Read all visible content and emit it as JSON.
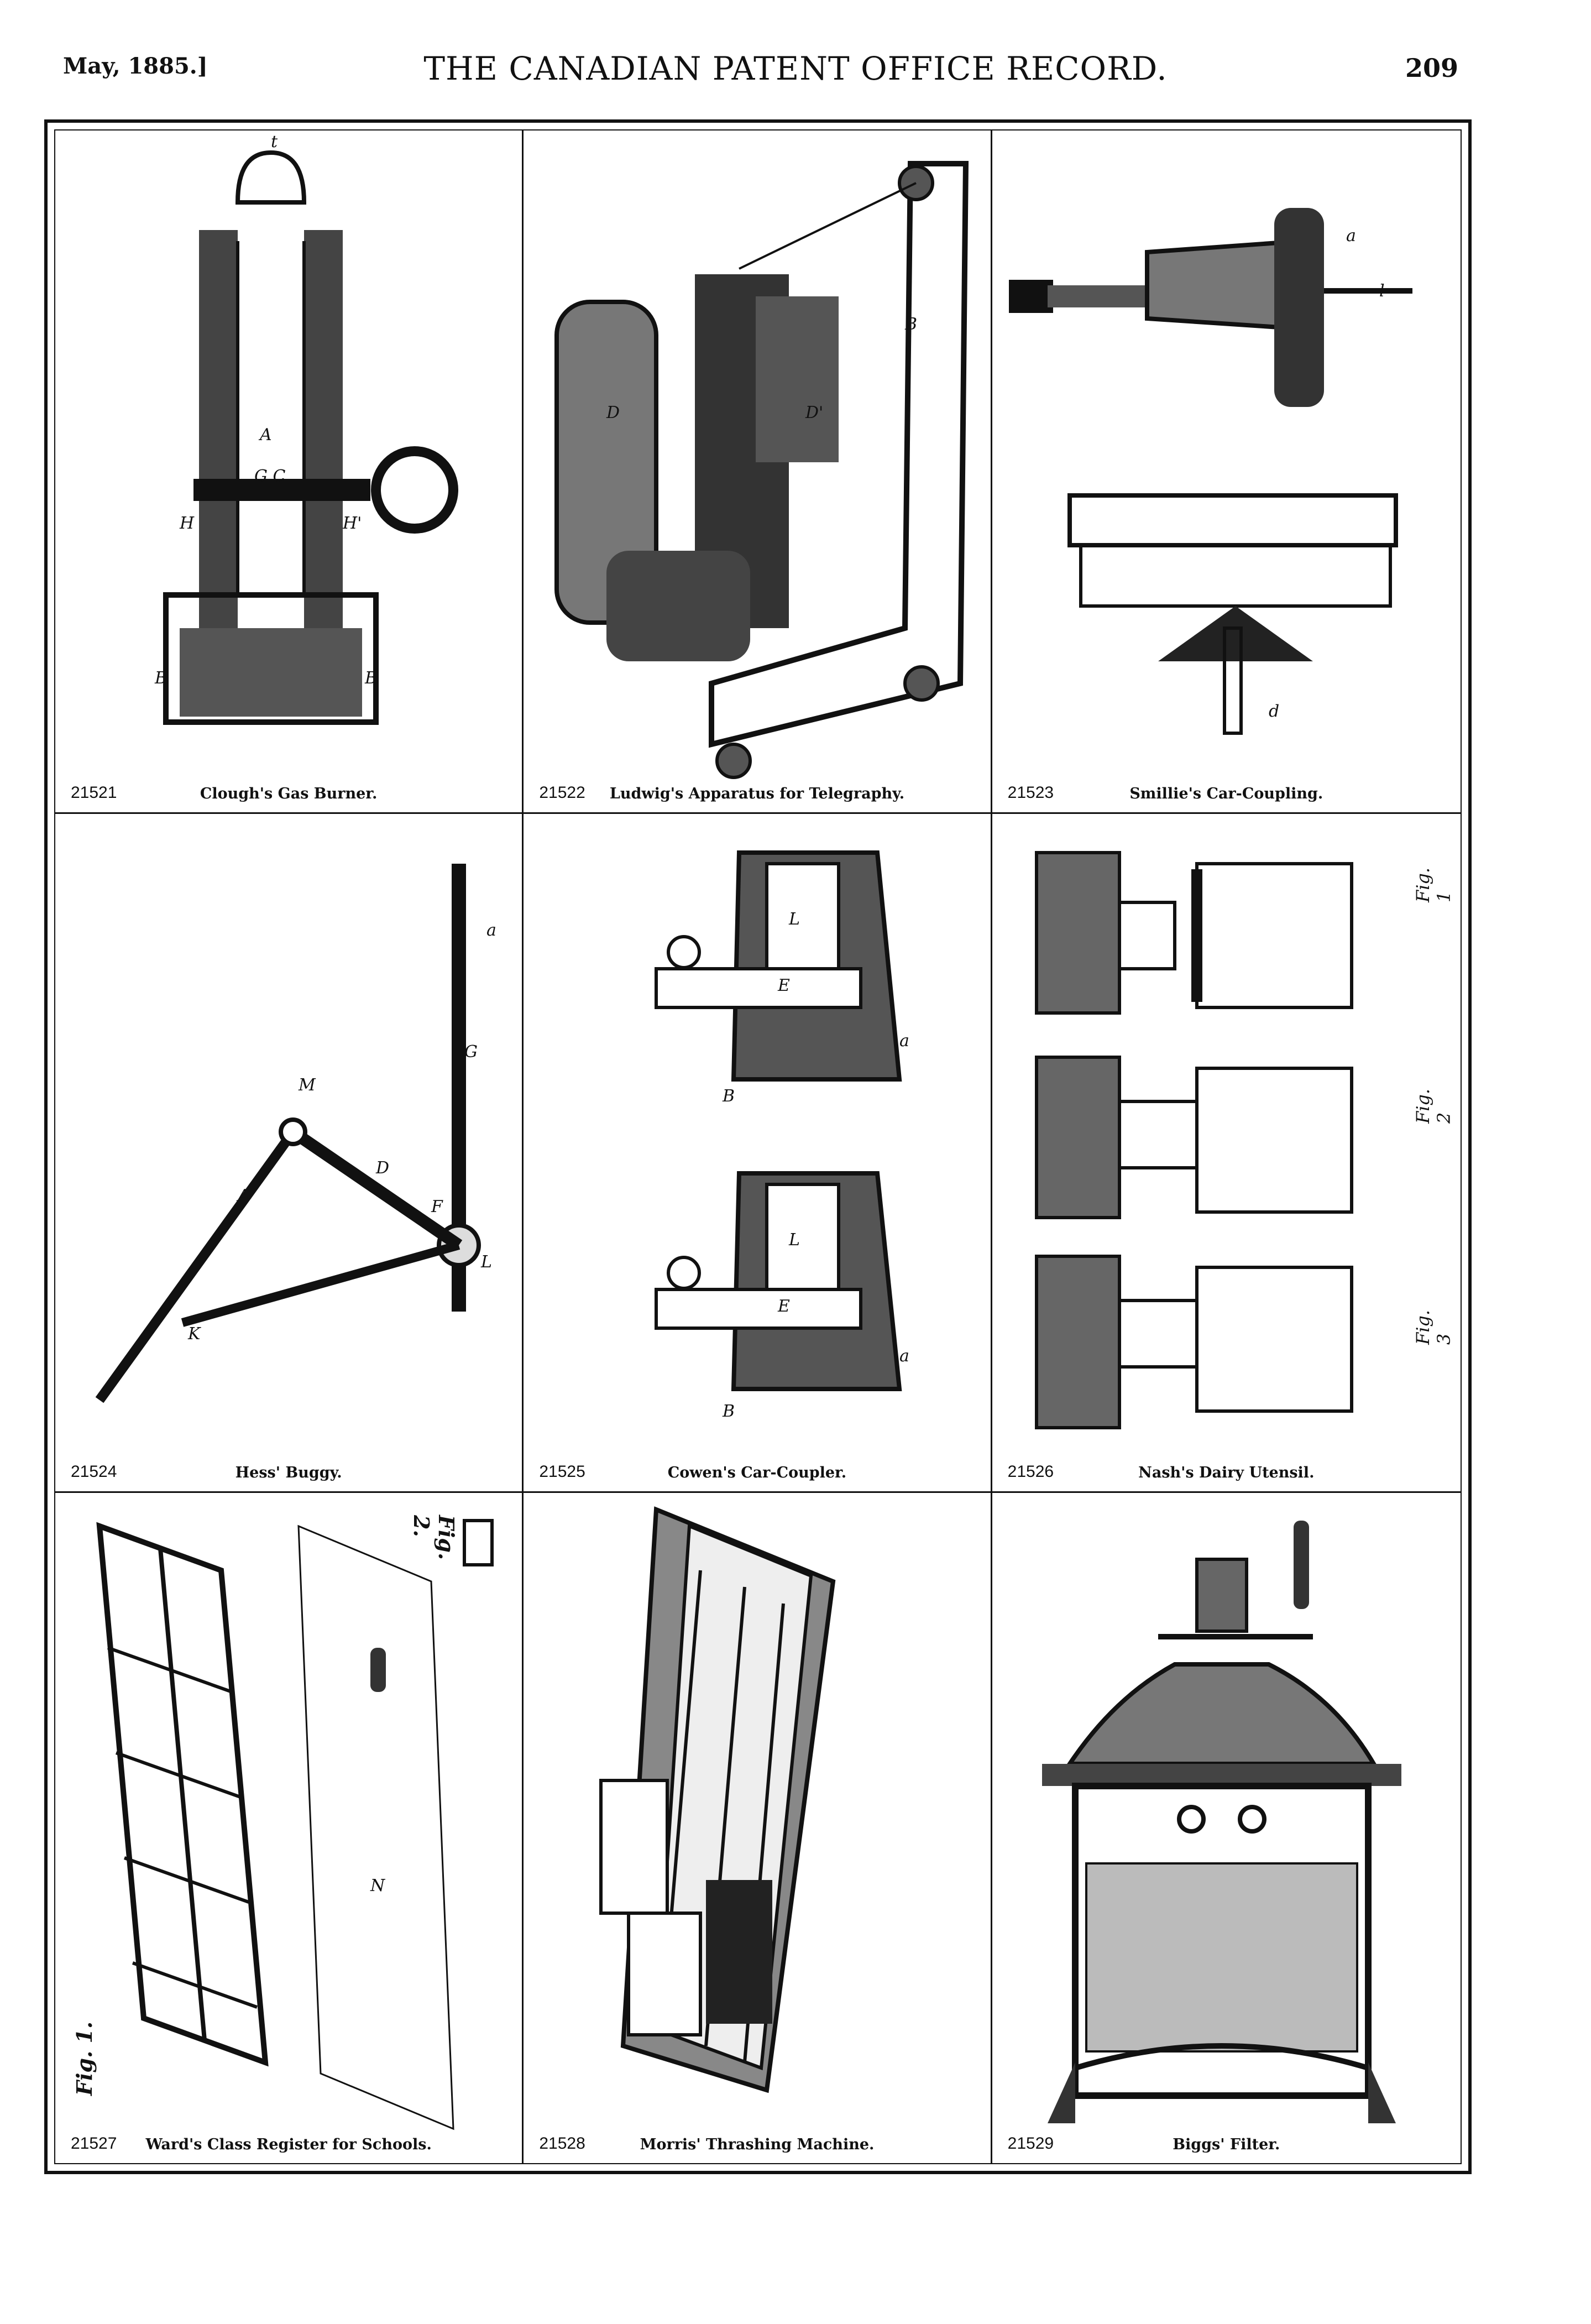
{
  "header": {
    "date": "May, 1885.]",
    "title": "THE CANADIAN PATENT OFFICE RECORD.",
    "page": "209"
  },
  "patents": [
    {
      "number": "21521",
      "name": "Clough's Gas Burner."
    },
    {
      "number": "21522",
      "name": "Ludwig's Apparatus for Telegraphy."
    },
    {
      "number": "21523",
      "name": "Smillie's Car-Coupling."
    },
    {
      "number": "21524",
      "name": "Hess' Buggy."
    },
    {
      "number": "21525",
      "name": "Cowen's Car-Coupler."
    },
    {
      "number": "21526",
      "name": "Nash's Dairy Utensil."
    },
    {
      "number": "21527",
      "name": "Ward's Class Register for Schools."
    },
    {
      "number": "21528",
      "name": "Morris' Thrashing Machine."
    },
    {
      "number": "21529",
      "name": "Biggs' Filter."
    }
  ],
  "figure_labels": {
    "fig1": "Fig. 1.",
    "fig2": "Fig. 2.",
    "nash_fig1": "Fig. 1",
    "nash_fig2": "Fig. 2",
    "nash_fig3": "Fig. 3"
  }
}
